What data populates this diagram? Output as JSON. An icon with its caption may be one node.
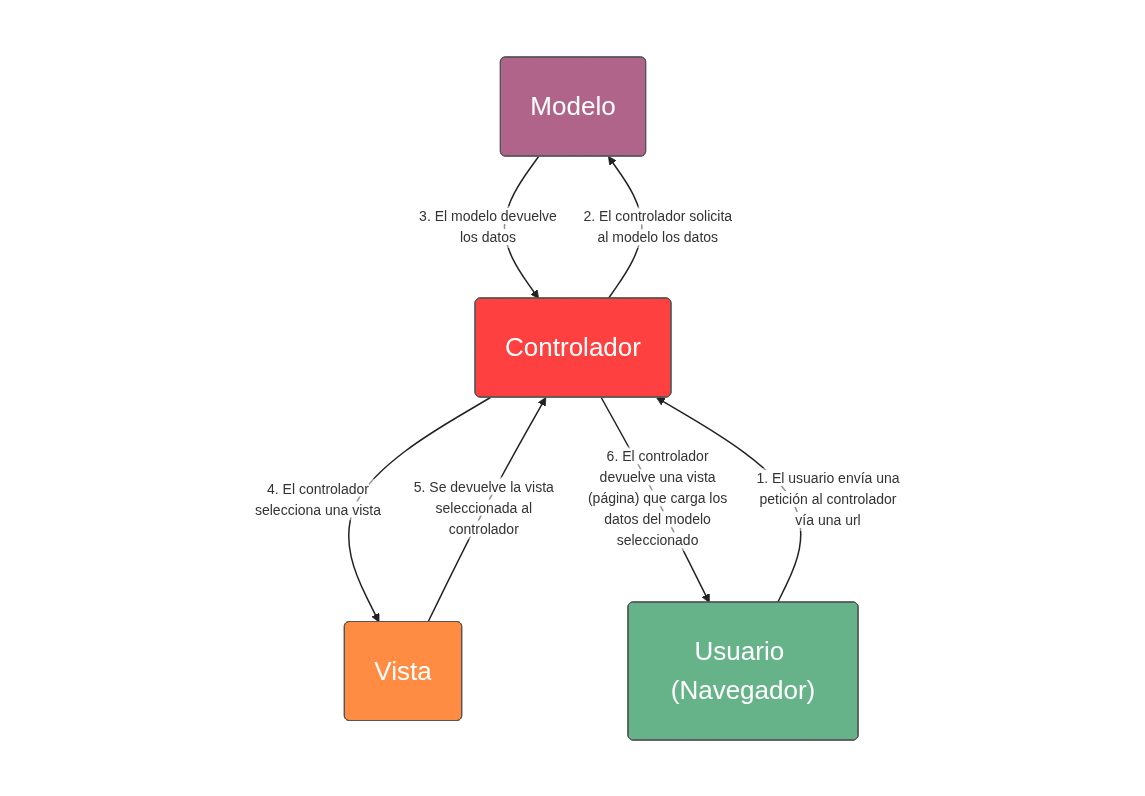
{
  "diagram": {
    "nodes": [
      {
        "text": [
          "Modelo"
        ]
      },
      {
        "text": [
          "Vista"
        ]
      },
      {
        "text": [
          "Controlador"
        ]
      },
      {
        "text": [
          "Usuario (Navegador)"
        ]
      }
    ],
    "edges": [
      {
        "from": 1,
        "to": 2,
        "arrow": "to",
        "label": "5. Se devuelve la vista seleccionada al controlador"
      },
      {
        "from": 0,
        "to": 2,
        "arrow": "to",
        "label": "3. El modelo devuelve los datos"
      },
      {
        "from": 2,
        "to": 0,
        "arrow": "to",
        "label": "2. El controlador solicita al modelo los datos"
      },
      {
        "from": 2,
        "to": 1,
        "arrow": "to",
        "label": "4. El controlador selecciona una vista"
      },
      {
        "from": 2,
        "to": 3,
        "arrow": "to",
        "label": "6. El controlador devuelve una vista (página) que carga los datos del modelo seleccionado"
      },
      {
        "from": 3,
        "to": 2,
        "arrow": "to",
        "label": "1. El usuario envía una petición al controlador vía una url"
      }
    ]
  }
}
